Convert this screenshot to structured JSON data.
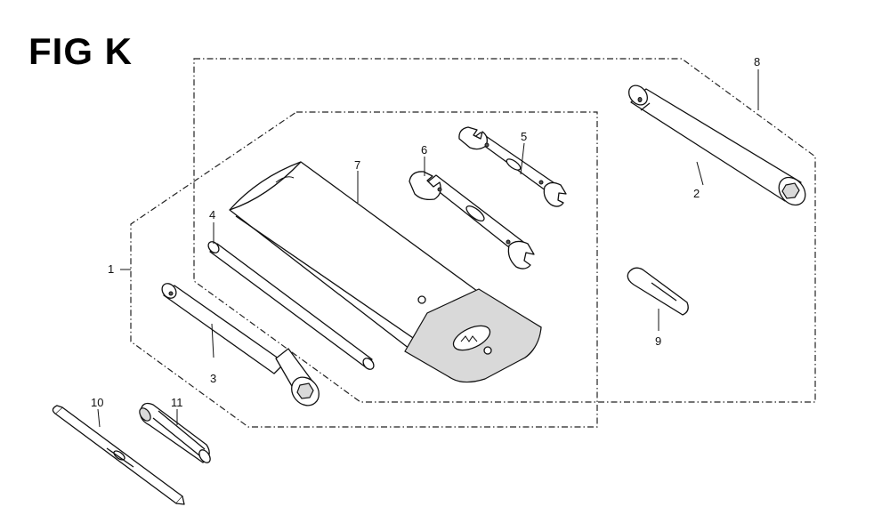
{
  "figure": {
    "title": "FIG K"
  },
  "callouts": {
    "c1": "1",
    "c2": "2",
    "c3": "3",
    "c4": "4",
    "c5": "5",
    "c6": "6",
    "c7": "7",
    "c8": "8",
    "c9": "9",
    "c10": "10",
    "c11": "11"
  }
}
